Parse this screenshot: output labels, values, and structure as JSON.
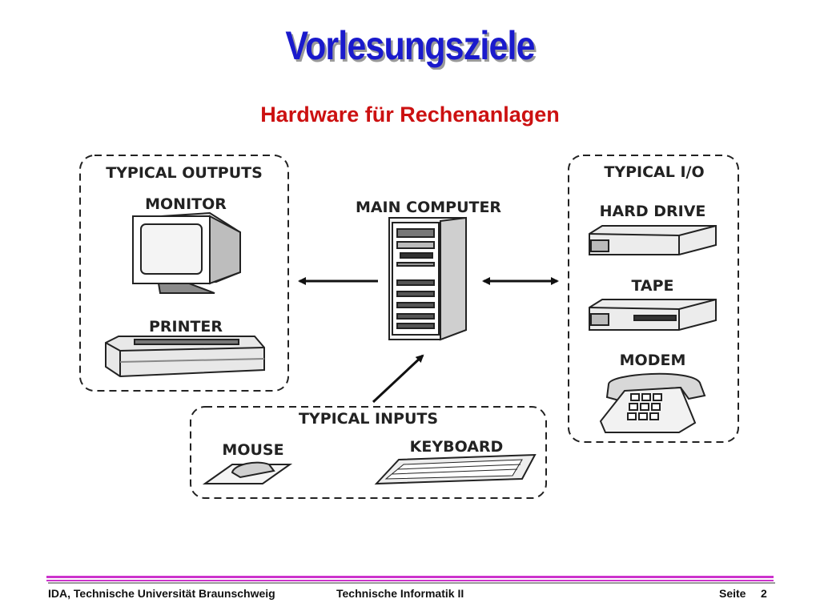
{
  "title": "Vorlesungsziele",
  "subtitle": "Hardware für Rechenanlagen",
  "groups": {
    "outputs": {
      "heading": "TYPICAL OUTPUTS",
      "items": [
        "MONITOR",
        "PRINTER"
      ]
    },
    "main": {
      "heading": "MAIN COMPUTER"
    },
    "io": {
      "heading": "TYPICAL I/O",
      "items": [
        "HARD DRIVE",
        "TAPE",
        "MODEM"
      ]
    },
    "inputs": {
      "heading": "TYPICAL INPUTS",
      "items": [
        "MOUSE",
        "KEYBOARD"
      ]
    }
  },
  "footer": {
    "left": "IDA, Technische Universität Braunschweig",
    "center": "Technische Informatik II",
    "page_label": "Seite",
    "page_number": "2"
  },
  "colors": {
    "title": "#1a1acc",
    "subtitle": "#cc1111",
    "footer_rule": "#cc33cc"
  }
}
